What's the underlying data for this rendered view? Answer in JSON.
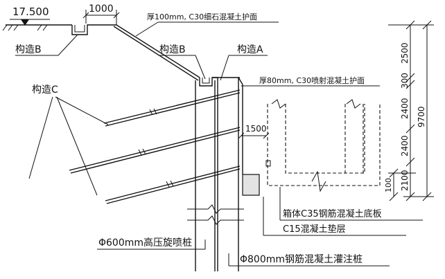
{
  "labels": {
    "elevation": "17.500",
    "width_1000": "1000",
    "slope_facing": "厚100mm, C30细石混凝土护面",
    "detail_b_left": "构造B",
    "detail_b_mid": "构造B",
    "detail_a": "构造A",
    "detail_c": "构造C",
    "shotcrete": "厚80mm, C30喷射混凝土护面",
    "dim_1500": "1500",
    "jet_grout_pile": "Φ600mm高压旋喷桩",
    "bored_pile": "Φ800mm钢筋混凝土灌注桩",
    "box_base": "箱体C35钢筋混凝土底板",
    "cushion": "C15混凝土垫层"
  },
  "dimensions": {
    "d_2500": "2500",
    "d_300": "300",
    "d_2400a": "2400",
    "d_2400b": "2400",
    "d_2100": "2100",
    "d_100": "100",
    "d_9700": "9700"
  }
}
